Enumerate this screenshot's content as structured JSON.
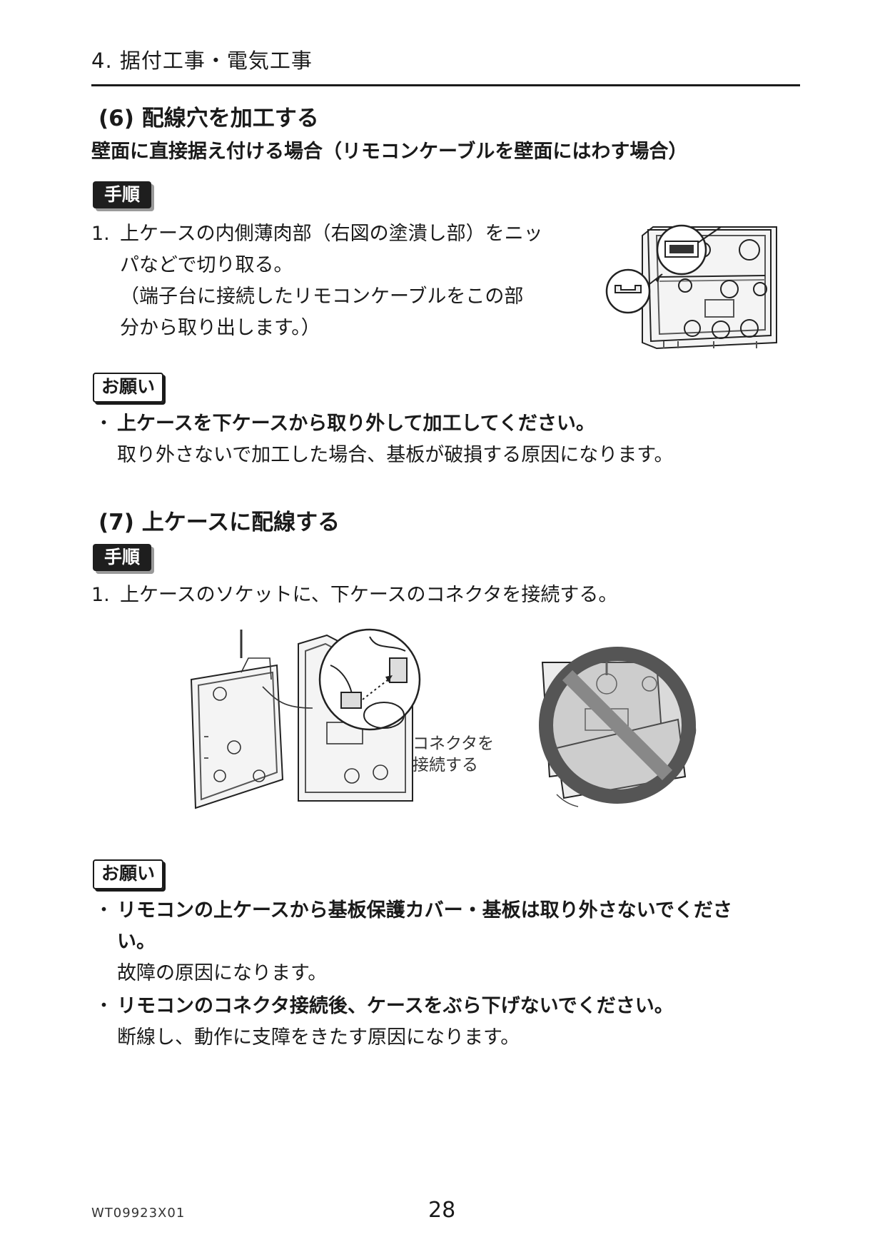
{
  "header": {
    "chapter": "4. 据付工事・電気工事"
  },
  "section6": {
    "title": "(6) 配線穴を加工する",
    "subtitle": "壁面に直接据え付ける場合（リモコンケーブルを壁面にはわす場合）",
    "procedure_badge": "手順",
    "step_number": "1.",
    "step_lines": [
      "上ケースの内側薄肉部（右図の塗潰し部）をニッ",
      "パなどで切り取る。",
      "（端子台に接続したリモコンケーブルをこの部",
      "分から取り出します。）"
    ],
    "request_badge": "お願い",
    "request_bold": "上ケースを下ケースから取り外して加工してください。",
    "request_note": "取り外さないで加工した場合、基板が破損する原因になります。"
  },
  "section7": {
    "title": "(7) 上ケースに配線する",
    "procedure_badge": "手順",
    "step_number": "1.",
    "step_text": "上ケースのソケットに、下ケースのコネクタを接続する。",
    "caption_lines": [
      "コネクタを",
      "接続する"
    ],
    "request_badge": "お願い",
    "requests": [
      {
        "bold_lines": [
          "リモコンの上ケースから基板保護カバー・基板は取り外さないでくださ",
          "い。"
        ],
        "note": "故障の原因になります。"
      },
      {
        "bold_lines": [
          "リモコンのコネクタ接続後、ケースをぶら下げないでください。"
        ],
        "note": "断線し、動作に支障をきたす原因になります。"
      }
    ]
  },
  "footer": {
    "code": "WT09923X01",
    "page": "28"
  }
}
